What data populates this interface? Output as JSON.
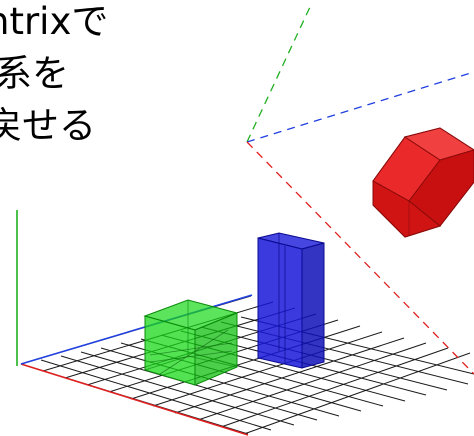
{
  "caption": {
    "line1": "ntrixで",
    "line2": "系を",
    "line3": "戻せる"
  },
  "colors": {
    "axis_x": "#e02020",
    "axis_y": "#20b020",
    "axis_z": "#2040e0",
    "grid": "#222222",
    "cube_red": "#e01818",
    "box_green": "#18d818",
    "box_blue": "#1818d8"
  }
}
